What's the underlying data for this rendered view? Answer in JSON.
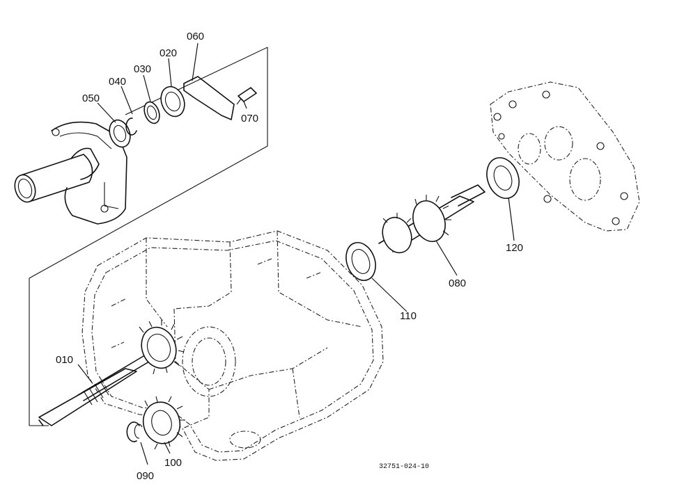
{
  "labels": {
    "p010": "010",
    "p020": "020",
    "p030": "030",
    "p040": "040",
    "p050": "050",
    "p060": "060",
    "p070": "070",
    "p080": "080",
    "p090": "090",
    "p100": "100",
    "p110": "110",
    "p120": "120"
  },
  "figure_code": "32751-024-10"
}
